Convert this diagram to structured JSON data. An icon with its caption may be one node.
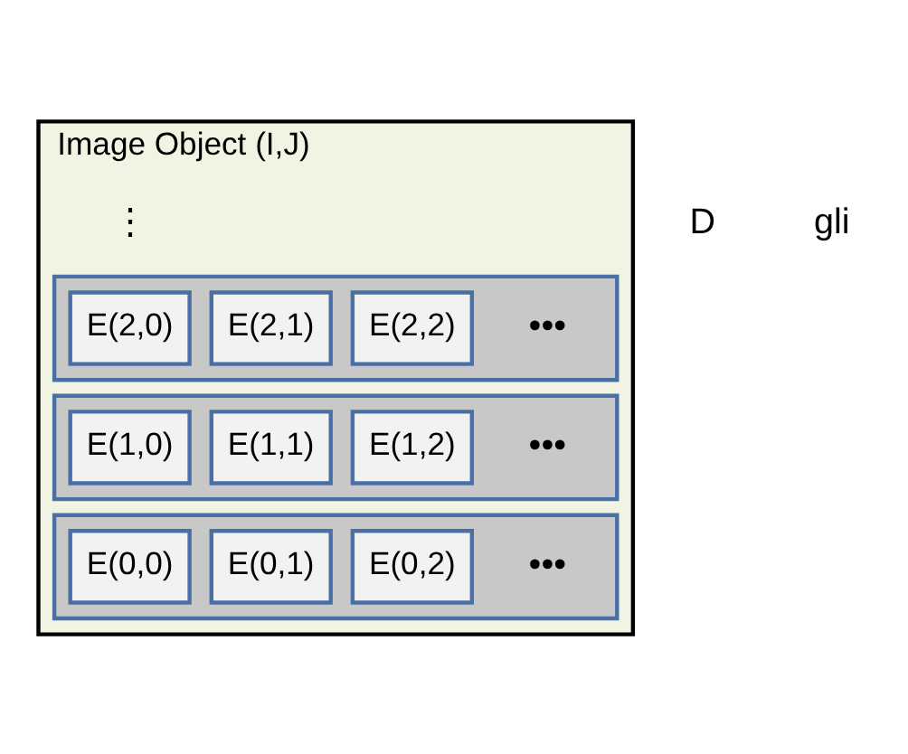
{
  "diagram": {
    "nodes": [
      {
        "text": [
          "Image Object (I,J)"
        ]
      },
      {
        "text": [],
        "shape": "box",
        "in": 0
      },
      {
        "text": [
          "E(2,0)"
        ],
        "in": 1
      },
      {
        "text": [
          "E(2,1)"
        ],
        "in": 1
      },
      {
        "text": [
          "E(2,2)"
        ],
        "in": 1
      },
      {
        "text": [],
        "shape": "box",
        "in": 0
      },
      {
        "text": [
          "E(1,0)"
        ],
        "in": 5
      },
      {
        "text": [
          "E(1,1)"
        ],
        "in": 5
      },
      {
        "text": [
          "E(1,2)"
        ],
        "in": 5
      },
      {
        "text": [],
        "shape": "box",
        "in": 0
      },
      {
        "text": [
          "E(0,0)"
        ],
        "in": 9
      },
      {
        "text": [
          "E(0,1)"
        ],
        "in": 9
      },
      {
        "text": [
          "E(0,2)"
        ],
        "in": 9
      }
    ],
    "edges": [],
    "labels": [
      "⋮",
      "•••",
      "•••",
      "•••",
      "D",
      "gli"
    ]
  }
}
